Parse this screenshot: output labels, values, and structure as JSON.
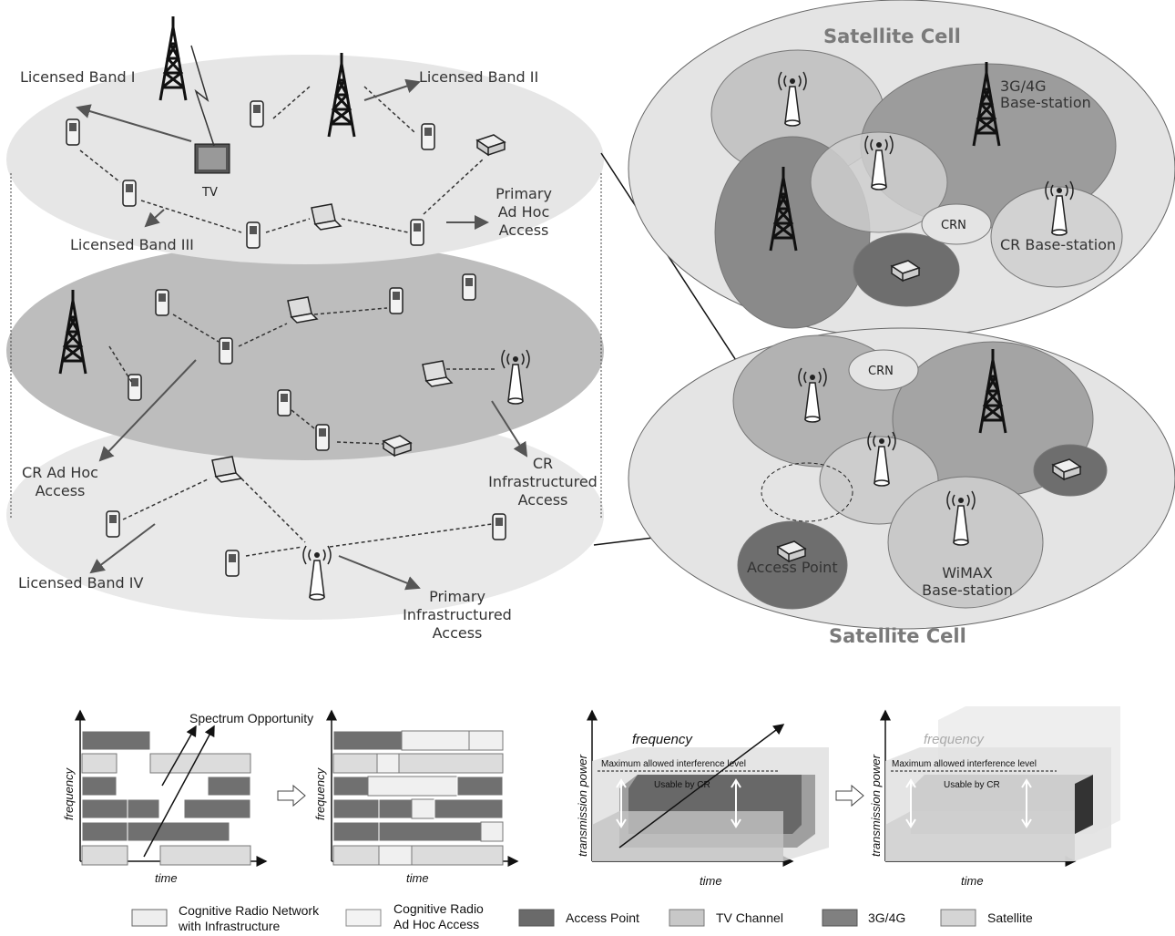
{
  "left_diagram": {
    "licensed_band_1": "Licensed Band I",
    "licensed_band_2": "Licensed Band II",
    "licensed_band_3": "Licensed Band III",
    "licensed_band_4": "Licensed Band IV",
    "tv": "TV",
    "primary_ad_hoc": [
      "Primary",
      "Ad Hoc",
      "Access"
    ],
    "cr_ad_hoc": [
      "CR Ad Hoc",
      "Access"
    ],
    "cr_infra": [
      "CR",
      "Infrastructured",
      "Access"
    ],
    "primary_infra": [
      "Primary",
      "Infrastructured",
      "Access"
    ]
  },
  "right_diagram": {
    "satellite_cell_top": "Satellite Cell",
    "satellite_cell_bottom": "Satellite Cell",
    "base_3g4g": [
      "3G/4G",
      "Base-station"
    ],
    "crn_1": "CRN",
    "crn_2": "CRN",
    "cr_base_station": "CR Base-station",
    "access_point": "Access Point",
    "wimax": [
      "WiMAX",
      "Base-station"
    ]
  },
  "spectrum_panels": {
    "spectrum_opportunity": "Spectrum Opportunity",
    "frequency": "frequency",
    "time": "time",
    "transmission_power": "transmission power",
    "max_interference": "Maximum allowed interference level",
    "usable_by_cr": "Usable by CR"
  },
  "legend": [
    {
      "label": [
        "Cognitive Radio Network",
        "with Infrastructure"
      ],
      "color": "#eeeeee"
    },
    {
      "label": [
        "Cognitive Radio",
        "Ad Hoc Access"
      ],
      "color": "#f3f3f3"
    },
    {
      "label": [
        "Access Point"
      ],
      "color": "#6a6a6a"
    },
    {
      "label": [
        "TV Channel"
      ],
      "color": "#c8c8c8"
    },
    {
      "label": [
        "3G/4G"
      ],
      "color": "#808080"
    },
    {
      "label": [
        "Satellite"
      ],
      "color": "#d5d5d5"
    }
  ],
  "colors": {
    "dark_band": "#707070",
    "light_band": "#dcdcdc",
    "layer_top": "#e6e6e6",
    "layer_mid": "#bdbdbd",
    "layer_bottom": "#e8e8e8"
  }
}
